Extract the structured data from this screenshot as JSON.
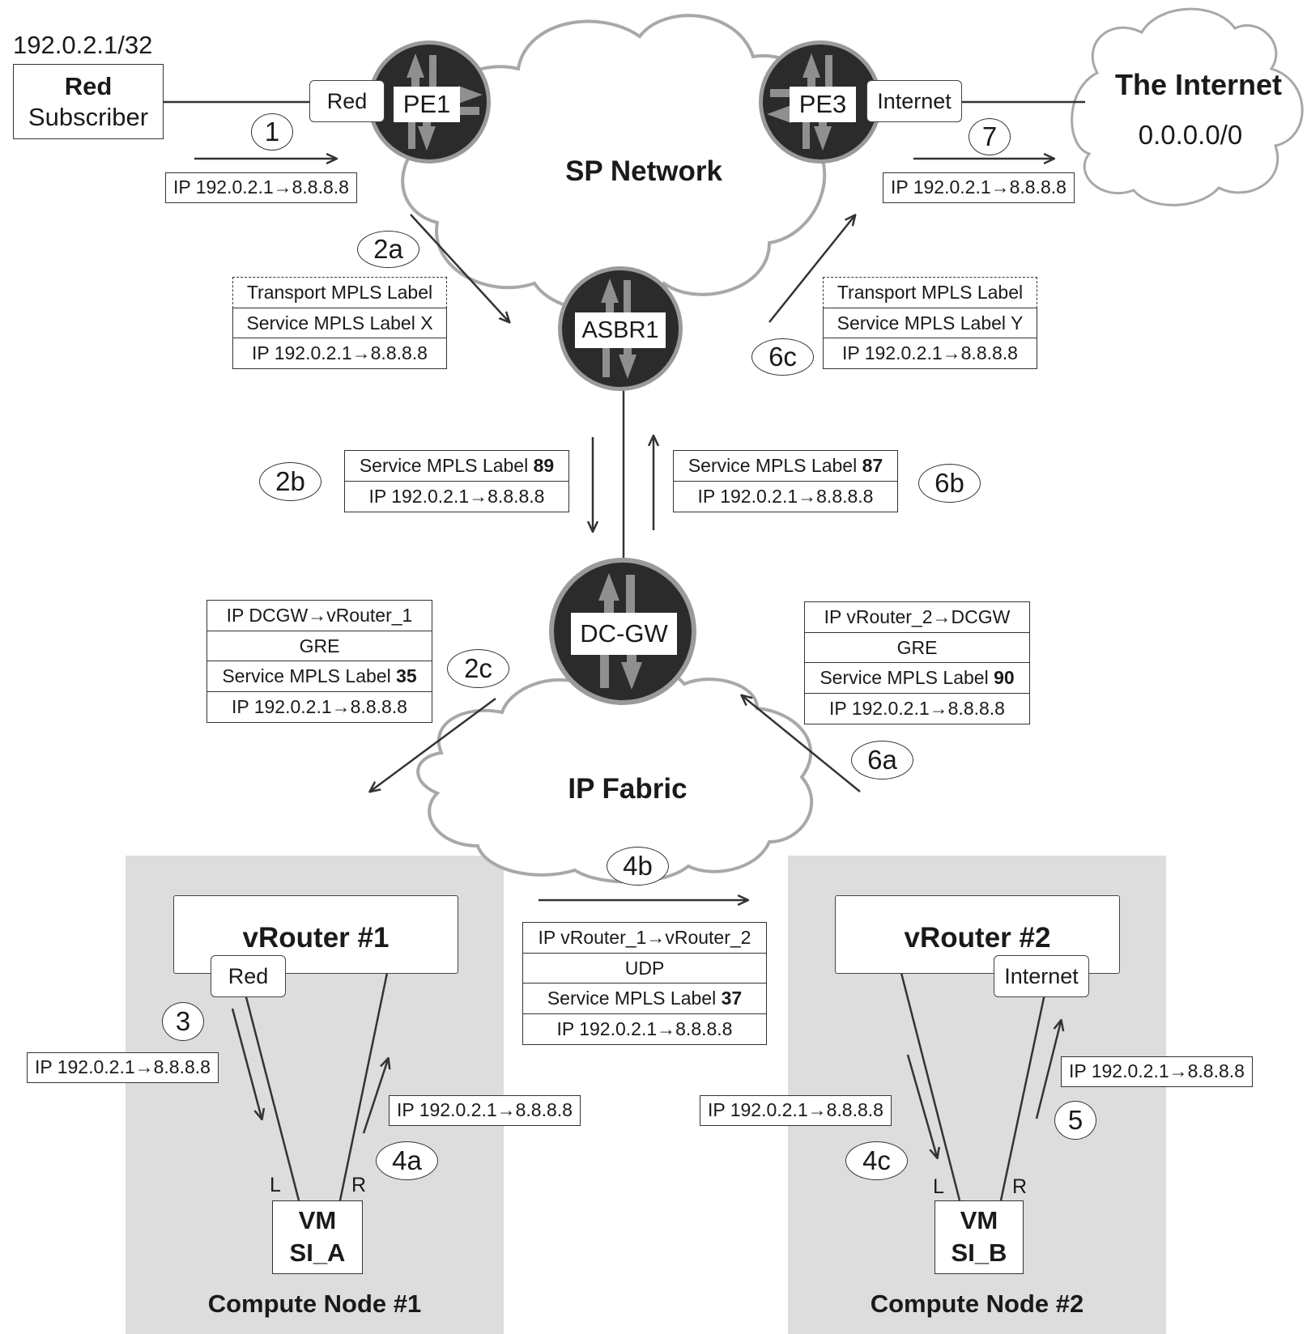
{
  "subscriber": {
    "prefix": "192.0.2.1/32",
    "name_line1": "Red",
    "name_line2": "Subscriber"
  },
  "internet": {
    "title": "The Internet",
    "prefix": "0.0.0.0/0"
  },
  "clouds": {
    "sp_network": "SP Network",
    "ip_fabric": "IP Fabric"
  },
  "devices": {
    "pe1": "PE1",
    "pe3": "PE3",
    "asbr1": "ASBR1",
    "dcgw": "DC-GW"
  },
  "interfaces": {
    "pe1_red": "Red",
    "pe3_internet": "Internet",
    "vr1_red": "Red",
    "vr2_internet": "Internet"
  },
  "steps": {
    "s1": "1",
    "s2a": "2a",
    "s2b": "2b",
    "s2c": "2c",
    "s3": "3",
    "s4a": "4a",
    "s4b": "4b",
    "s4c": "4c",
    "s5": "5",
    "s6a": "6a",
    "s6b": "6b",
    "s6c": "6c",
    "s7": "7"
  },
  "packets": {
    "p1": "IP 192.0.2.1→8.8.8.8",
    "p7": "IP 192.0.2.1→8.8.8.8",
    "p3": "IP 192.0.2.1→8.8.8.8",
    "p4a": "IP 192.0.2.1→8.8.8.8",
    "p4c": "IP 192.0.2.1→8.8.8.8",
    "p5": "IP 192.0.2.1→8.8.8.8"
  },
  "stacks": {
    "s2a": {
      "transport": "Transport MPLS Label",
      "service": "Service MPLS Label X",
      "ip": "IP 192.0.2.1→8.8.8.8"
    },
    "s6c": {
      "transport": "Transport MPLS Label",
      "service": "Service MPLS Label Y",
      "ip": "IP 192.0.2.1→8.8.8.8"
    },
    "s2b": {
      "service_prefix": "Service MPLS Label ",
      "service_value": "89",
      "ip": "IP 192.0.2.1→8.8.8.8"
    },
    "s6b": {
      "service_prefix": "Service MPLS Label ",
      "service_value": "87",
      "ip": "IP 192.0.2.1→8.8.8.8"
    },
    "s2c": {
      "outer": "IP DCGW→vRouter_1",
      "encap": "GRE",
      "service_prefix": "Service MPLS Label ",
      "service_value": "35",
      "ip": "IP 192.0.2.1→8.8.8.8"
    },
    "s6a": {
      "outer": "IP vRouter_2→DCGW",
      "encap": "GRE",
      "service_prefix": "Service MPLS Label ",
      "service_value": "90",
      "ip": "IP 192.0.2.1→8.8.8.8"
    },
    "s4b": {
      "outer": "IP vRouter_1→vRouter_2",
      "encap": "UDP",
      "service_prefix": "Service MPLS Label ",
      "service_value": "37",
      "ip": "IP 192.0.2.1→8.8.8.8"
    }
  },
  "compute": {
    "node1": {
      "caption": "Compute Node #1",
      "vrouter": "vRouter #1",
      "vm_line1": "VM",
      "vm_line2": "SI_A",
      "left": "L",
      "right": "R"
    },
    "node2": {
      "caption": "Compute Node #2",
      "vrouter": "vRouter #2",
      "vm_line1": "VM",
      "vm_line2": "SI_B",
      "left": "L",
      "right": "R"
    }
  },
  "colors": {
    "router_fill": "#2b2b2b",
    "router_ring": "#9a9a9a",
    "router_arrow": "#8f8f8f",
    "cloud_stroke": "#a8a8a8",
    "node_bg": "#dddddd",
    "line": "#333333"
  }
}
